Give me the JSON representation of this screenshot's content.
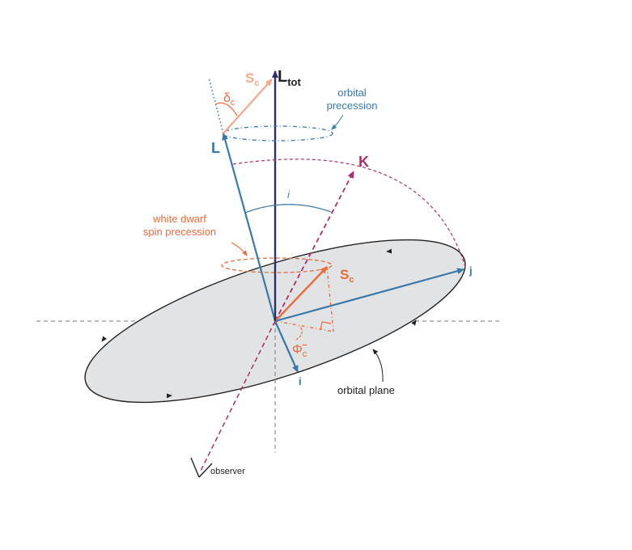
{
  "labels": {
    "L_tot_main": "L",
    "L_tot_sub": "tot",
    "S_c_top_main": "S",
    "S_c_top_sub": "c",
    "delta_main": "δ",
    "delta_sub": "c",
    "orbital_precession_line1": "orbital",
    "orbital_precession_line2": "precession",
    "L": "L",
    "K": "K",
    "i_angle": "i",
    "wd_line1": "white dwarf",
    "wd_line2": "spin precession",
    "S_c_main": "S",
    "S_c_sub": "c",
    "j": "j",
    "phi_main": "Φ̃",
    "phi_sub": "c",
    "i_vec": "i",
    "orbital_plane": "orbital plane",
    "observer": "observer"
  },
  "colors": {
    "navy": "#2b2f6b",
    "blue": "#3a78a8",
    "orange": "#ea6b3c",
    "peach": "#f2a98c",
    "magenta": "#a7316c",
    "plane_fill": "#e2e3e5",
    "axis": "#777777"
  }
}
